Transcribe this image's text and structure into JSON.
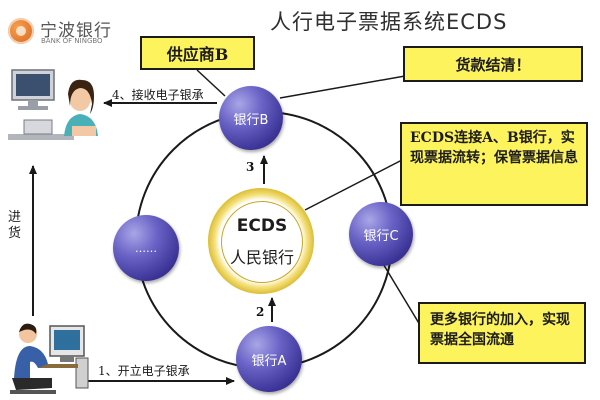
{
  "header": {
    "bank_name": "宁波银行",
    "bank_sub": "BANK OF NINGBO",
    "title": "人行电子票据系统ECDS"
  },
  "callouts": {
    "supplier": "供应商B",
    "paid": "货款结清！",
    "ecds_note": "ECDS连接A、B银行，实现票据流转；保管票据信息",
    "more_banks": "更多银行的加入，实现票据全国流通"
  },
  "center": {
    "line1": "ECDS",
    "line2": "人民银行"
  },
  "nodes": {
    "bank_b": "银行B",
    "bank_c": "银行C",
    "bank_a": "银行A",
    "others": "……"
  },
  "steps": {
    "open": "1、开立电子银承",
    "forward_a": "2",
    "forward_b": "3",
    "receive": "4、接收电子银承"
  },
  "side_label": "进货",
  "colors": {
    "node": "#4b43a8",
    "callout_fill": "#fdf35c",
    "ring_gold": "#d4b22e"
  }
}
